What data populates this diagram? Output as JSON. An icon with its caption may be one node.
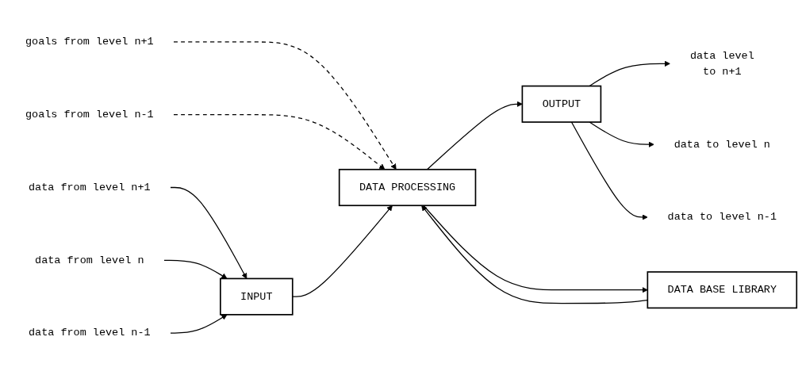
{
  "diagram": {
    "nodes": [
      {
        "text": [
          "OUTPUT"
        ]
      },
      {
        "text": [
          "INPUT"
        ]
      },
      {
        "text": [
          "DATA PROCESSING"
        ]
      },
      {
        "text": [
          "DATA BASE LIBRARY"
        ]
      },
      {
        "text": [
          "data level",
          "to n+1"
        ]
      },
      {
        "text": [
          "data from level n+1"
        ]
      },
      {
        "text": [
          "goals from level n+1"
        ]
      },
      {
        "text": [
          "data to level n"
        ]
      },
      {
        "text": [
          "data from level n"
        ]
      },
      {
        "text": [
          "data to level n-1"
        ]
      },
      {
        "text": [
          "data from level n-1"
        ]
      },
      {
        "text": [
          "goals from level n-1"
        ]
      }
    ],
    "edges": [
      {
        "from": 0,
        "to": 4,
        "arrow": "to"
      },
      {
        "from": 5,
        "to": 1,
        "arrow": "to"
      },
      {
        "from": 6,
        "to": 2,
        "arrow": "to",
        "style": "dashed"
      },
      {
        "from": 0,
        "to": 7,
        "arrow": "to"
      },
      {
        "from": 8,
        "to": 1,
        "arrow": "to"
      },
      {
        "from": 0,
        "to": 9,
        "arrow": "to"
      },
      {
        "from": 10,
        "to": 1,
        "arrow": "to"
      },
      {
        "from": 11,
        "to": 2,
        "arrow": "to",
        "style": "dashed"
      },
      {
        "from": 2,
        "to": 0,
        "arrow": "to"
      },
      {
        "from": 1,
        "to": 2,
        "arrow": "to"
      },
      {
        "from": 3,
        "to": 2,
        "arrow": "to"
      },
      {
        "from": 2,
        "to": 3,
        "arrow": "to"
      }
    ]
  }
}
